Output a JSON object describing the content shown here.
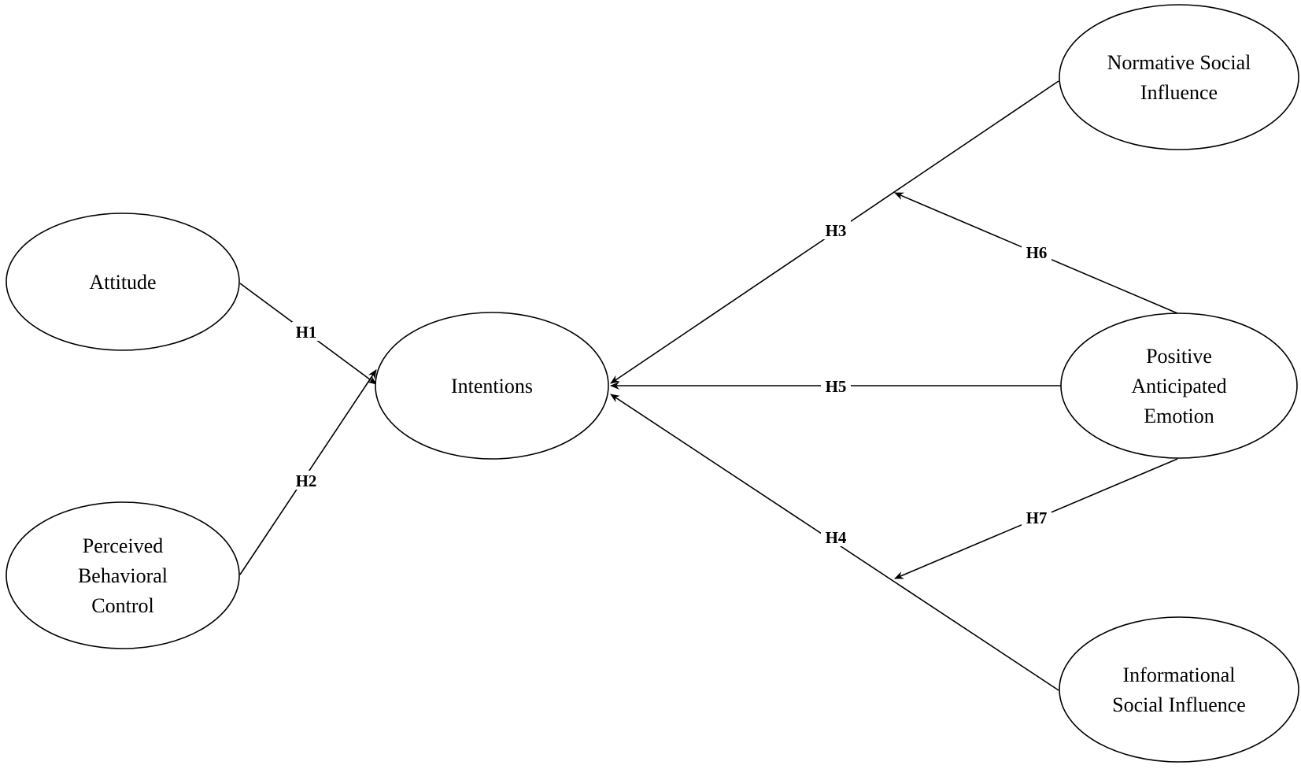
{
  "nodes": {
    "attitude": {
      "lines": [
        "Attitude"
      ]
    },
    "pbc": {
      "lines": [
        "Perceived",
        "Behavioral",
        "Control"
      ]
    },
    "intentions": {
      "lines": [
        "Intentions"
      ]
    },
    "nsi": {
      "lines": [
        "Normative Social",
        "Influence"
      ]
    },
    "pae": {
      "lines": [
        "Positive",
        "Anticipated",
        "Emotion"
      ]
    },
    "isi": {
      "lines": [
        "Informational",
        "Social Influence"
      ]
    }
  },
  "edges": {
    "h1": {
      "label": "H1",
      "from": "Attitude",
      "to": "Intentions"
    },
    "h2": {
      "label": "H2",
      "from": "Perceived Behavioral Control",
      "to": "Intentions"
    },
    "h3": {
      "label": "H3",
      "from": "Normative Social Influence",
      "to": "Intentions"
    },
    "h4": {
      "label": "H4",
      "from": "Informational Social Influence",
      "to": "Intentions"
    },
    "h5": {
      "label": "H5",
      "from": "Positive Anticipated Emotion",
      "to": "Intentions"
    },
    "h6": {
      "label": "H6",
      "from": "Positive Anticipated Emotion",
      "to": "H3"
    },
    "h7": {
      "label": "H7",
      "from": "Positive Anticipated Emotion",
      "to": "H4"
    }
  }
}
